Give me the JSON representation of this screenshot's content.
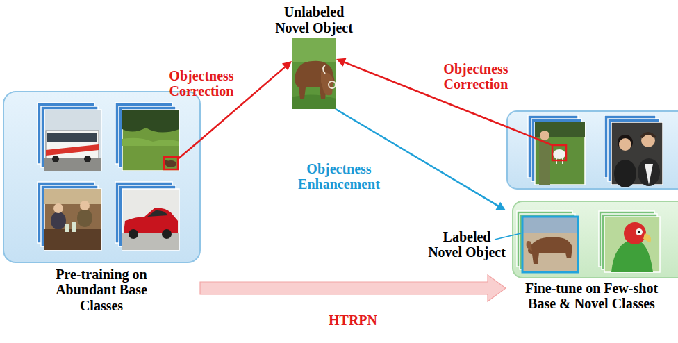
{
  "diagram": {
    "nodes": [
      {
        "text": [
          "Pre-training on Abundant Base Classes"
        ]
      },
      {
        "text": [
          "Unlabeled Novel Object"
        ]
      },
      {
        "text": [
          "Fine-tune on Few-shot Base & Novel Classes"
        ]
      }
    ],
    "edges": [
      {
        "from": 0,
        "to": 1,
        "arrow": "to",
        "label": "Objectness Correction"
      },
      {
        "from": 2,
        "to": 1,
        "arrow": "to",
        "label": "Objectness Correction"
      },
      {
        "from": 1,
        "to": 2,
        "arrow": "to",
        "label": "Objectness Enhancement"
      },
      {
        "from": 0,
        "to": 2,
        "arrow": "to",
        "label": "HTRPN"
      }
    ],
    "labels": [
      "Labeled Novel Object"
    ]
  }
}
